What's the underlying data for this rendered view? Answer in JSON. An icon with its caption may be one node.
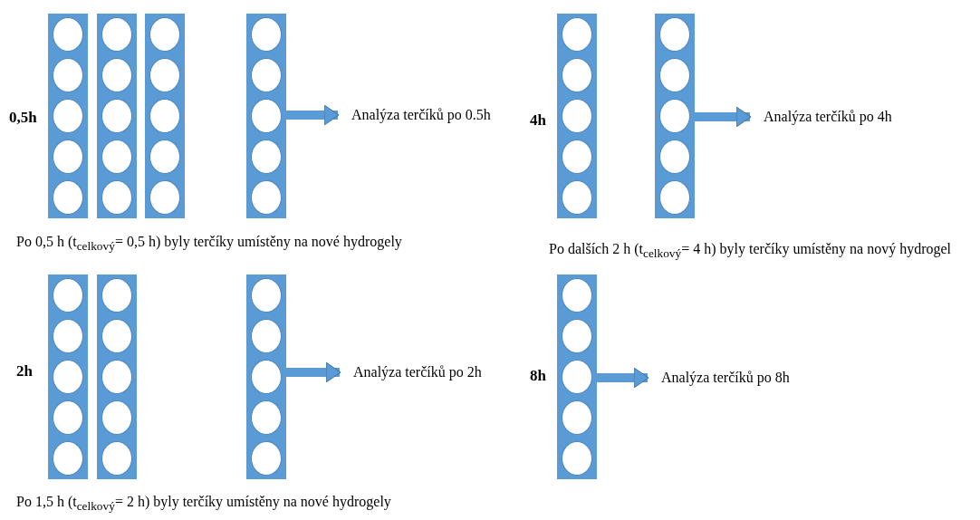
{
  "diagram": {
    "nodes": [
      {
        "text": [],
        "shape": "bar"
      },
      {
        "text": [],
        "shape": "bar"
      },
      {
        "text": [],
        "shape": "bar"
      },
      {
        "text": [],
        "shape": "bar"
      },
      {
        "text": [
          "Analýza terčíků po 0.5h"
        ]
      },
      {
        "text": [],
        "shape": "bar"
      },
      {
        "text": [],
        "shape": "bar"
      },
      {
        "text": [
          "Analýza terčíků po 4h"
        ]
      },
      {
        "text": [],
        "shape": "bar"
      },
      {
        "text": [],
        "shape": "bar"
      },
      {
        "text": [],
        "shape": "bar"
      },
      {
        "text": [
          "Analýza terčíků po 2h"
        ]
      },
      {
        "text": [],
        "shape": "bar"
      },
      {
        "text": [
          "Analýza terčíků po 8h"
        ]
      }
    ],
    "edges": [
      {
        "from": 3,
        "to": 4,
        "arrow": "to"
      },
      {
        "from": 6,
        "to": 7,
        "arrow": "to"
      },
      {
        "from": 10,
        "to": 11,
        "arrow": "to"
      },
      {
        "from": 12,
        "to": 13,
        "arrow": "to"
      }
    ],
    "labels": [
      "0,5h",
      "Po 0,5 h (t$_{celkový}$= 0,5 h) byly terčíky umístěny na nové hydrogely",
      "4h",
      "Po dalších 2 h (t$_{celkový}$= 4 h) byly terčíky umístěny na nový hydrogel",
      "2h",
      "Po 1,5 h (t$_{celkový}$= 2 h) byly terčíky umístěny na nové hydrogely",
      "8h"
    ]
  }
}
